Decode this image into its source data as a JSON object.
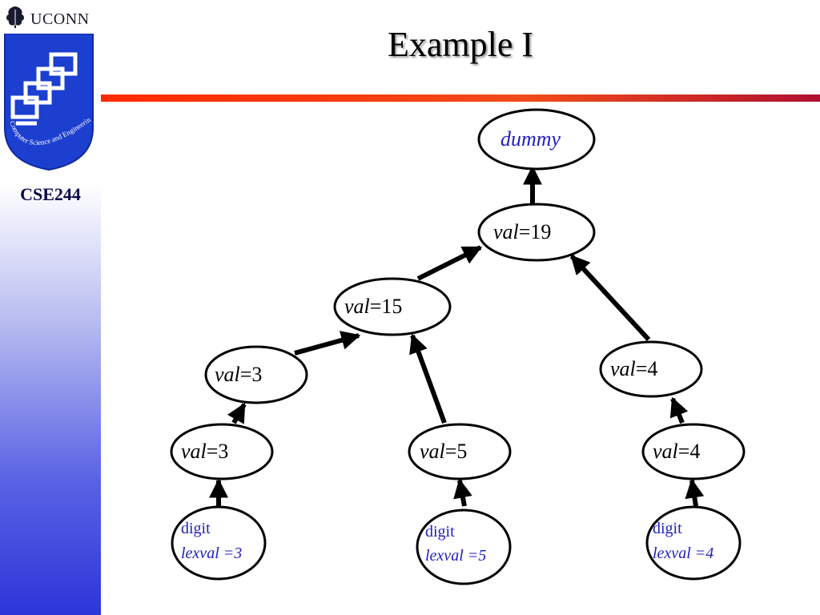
{
  "sidebar": {
    "logo_text": "UCONN",
    "shield_text": "Computer Science and Engineering",
    "course": "CSE244"
  },
  "slide": {
    "title": "Example I"
  },
  "tree": {
    "dummy": "dummy",
    "val_prefix": "val",
    "root_val": "=19",
    "n15_val": "=15",
    "n3a_val": "=3",
    "n4a_val": "=4",
    "n3b_val": "=3",
    "n5_val": "=5",
    "n4b_val": "=4",
    "digit_label": "digit",
    "lex3": "lexval =3",
    "lex5": "lexval =5",
    "lex4": "lexval =4"
  },
  "colors": {
    "node_text_blue": "#2020c0",
    "arrow": "#000000"
  }
}
